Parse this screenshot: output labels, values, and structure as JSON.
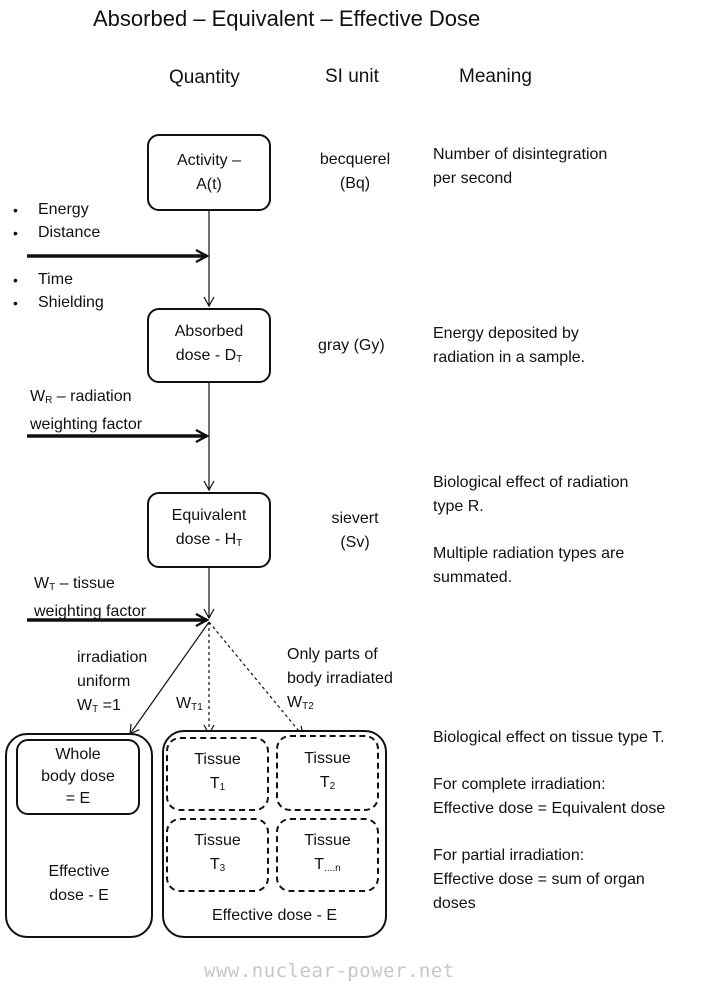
{
  "title": "Absorbed – Equivalent – Effective Dose",
  "headers": {
    "quantity": "Quantity",
    "si_unit": "SI unit",
    "meaning": "Meaning"
  },
  "nodes": {
    "activity": {
      "line1": "Activity –",
      "line2": "A(t)"
    },
    "absorbed": {
      "line1": "Absorbed",
      "line2_main": "dose - D",
      "line2_sub": "T"
    },
    "equivalent": {
      "line1": "Equivalent",
      "line2_main": "dose - H",
      "line2_sub": "T"
    }
  },
  "units": {
    "activity": {
      "line1": "becquerel",
      "line2": "(Bq)"
    },
    "absorbed": {
      "line1": "gray (Gy)"
    },
    "equivalent": {
      "line1": "sievert",
      "line2": "(Sv)"
    }
  },
  "meanings": {
    "activity": {
      "line1": "Number of disintegration",
      "line2": "per second"
    },
    "absorbed": {
      "line1": "Energy deposited by",
      "line2": "radiation in a sample."
    },
    "equivalent": {
      "line1": "Biological effect of radiation",
      "line2": "type R.",
      "line3": "Multiple radiation types are",
      "line4": "summated."
    },
    "effective": {
      "line1": "Biological effect on tissue type T.",
      "line2": "For complete irradiation:",
      "line3": "Effective dose = Equivalent dose",
      "line4": "For partial irradiation:",
      "line5": "Effective dose = sum of organ",
      "line6": "doses"
    }
  },
  "factors": {
    "bullets": [
      "Energy",
      "Distance",
      "Time",
      "Shielding"
    ],
    "wr": {
      "sym": "W",
      "sub": "R",
      "rest": " – radiation",
      "line2": "weighting factor"
    },
    "wt": {
      "sym": "W",
      "sub": "T",
      "rest": " – tissue",
      "line2": "weighting factor"
    }
  },
  "branches": {
    "uniform": {
      "line1": "irradiation",
      "line2": "uniform",
      "sym": "W",
      "sub": "T",
      "rest": " =1"
    },
    "wt1": {
      "sym": "W",
      "sub": "T1"
    },
    "partial": {
      "line1": "Only parts of",
      "line2": "body irradiated",
      "sym": "W",
      "sub": "T2"
    }
  },
  "effective": {
    "whole_body": {
      "line1": "Whole",
      "line2": "body dose",
      "line3": "= E"
    },
    "left_label": {
      "line1": "Effective",
      "line2": "dose - E"
    },
    "tissues": [
      {
        "line1": "Tissue",
        "main": "T",
        "sub": "1"
      },
      {
        "line1": "Tissue",
        "main": "T",
        "sub": "2"
      },
      {
        "line1": "Tissue",
        "main": "T",
        "sub": "3"
      },
      {
        "line1": "Tissue",
        "main": "T",
        "sub": "....n"
      }
    ],
    "right_label": "Effective dose - E"
  },
  "watermark": "www.nuclear-power.net"
}
